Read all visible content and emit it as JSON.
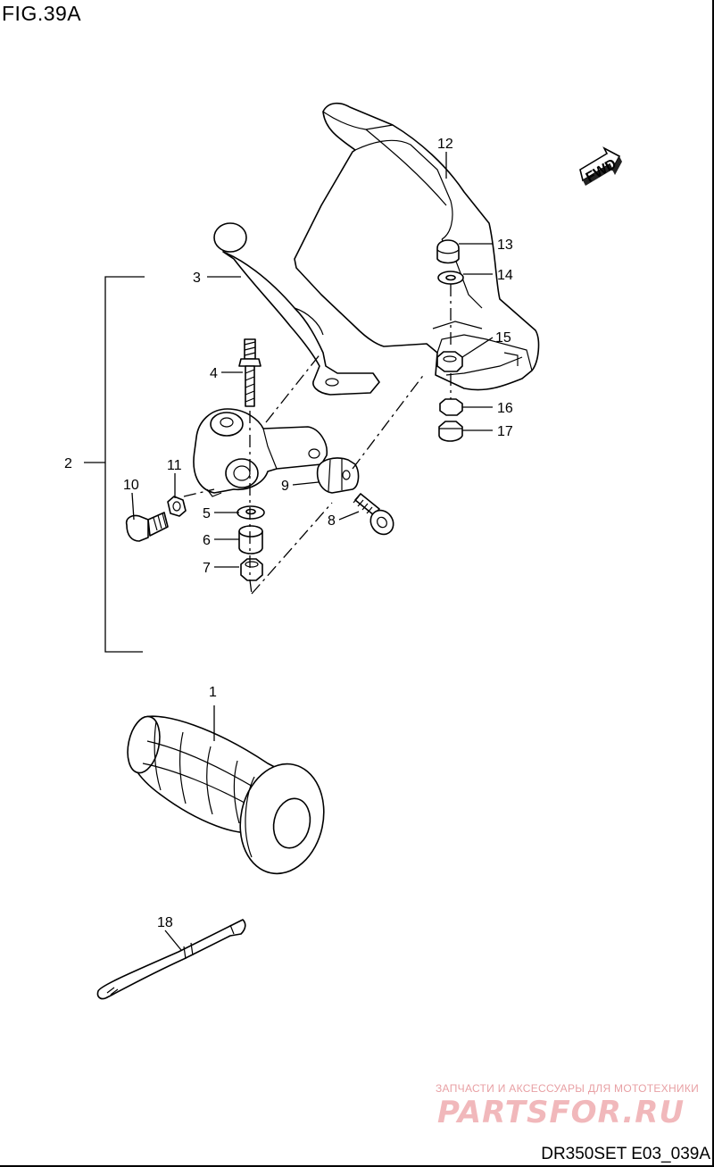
{
  "figure_title": "FIG.39A",
  "fwd_label": "FWD",
  "drawing_code": "DR350SET E03_039A",
  "watermark": {
    "tagline": "ЗАПЧАСТИ И АКСЕССУАРЫ ДЛЯ МОТОТЕХНИКИ",
    "logo": "PARTSFOR.RU"
  },
  "callouts": {
    "c1": "1",
    "c2": "2",
    "c3": "3",
    "c4": "4",
    "c5": "5",
    "c6": "6",
    "c7": "7",
    "c8": "8",
    "c9": "9",
    "c10": "10",
    "c11": "11",
    "c12": "12",
    "c13": "13",
    "c14": "14",
    "c15": "15",
    "c16": "16",
    "c17": "17",
    "c18": "18"
  }
}
